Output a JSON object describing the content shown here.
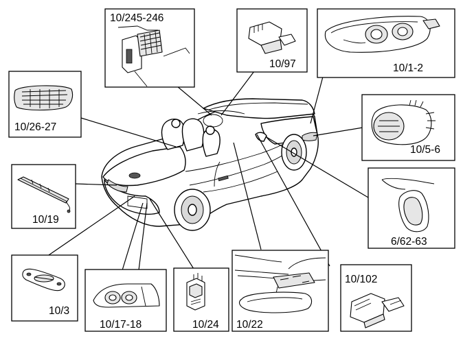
{
  "labels": {
    "lighting_unit": "10/245-246",
    "control_module": "10/97",
    "headlamp": "10/1-2",
    "side_marker": "10/26-27",
    "fog_lamp": "10/5-6",
    "brake_light": "10/19",
    "mirror": "6/62-63",
    "plate_light": "10/3",
    "tail_lamp": "10/17-18",
    "rear_switch": "10/24",
    "rearview_mirror": "10/22",
    "sensor": "10/102"
  }
}
